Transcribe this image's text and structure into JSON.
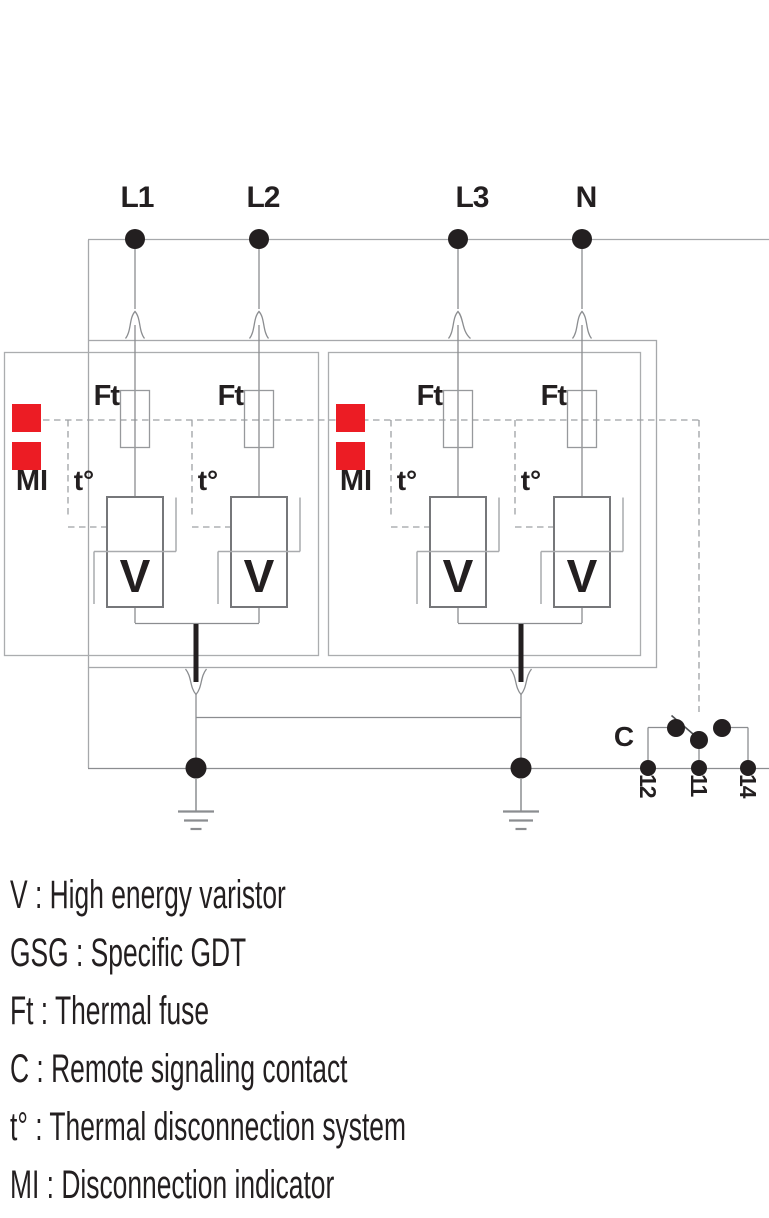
{
  "colors": {
    "indicator_red": "#EC1C24",
    "text_black": "#231F20",
    "line_gray": "#A6A8AB"
  },
  "power_terminals": [
    {
      "label": "L1"
    },
    {
      "label": "L2"
    },
    {
      "label": "L3"
    },
    {
      "label": "N"
    }
  ],
  "modules": [
    {
      "indicator_label": "MI",
      "branches": [
        {
          "fuse_label": "Ft",
          "thermal_label": "t°",
          "varistor_label": "V"
        },
        {
          "fuse_label": "Ft",
          "thermal_label": "t°",
          "varistor_label": "V"
        }
      ]
    },
    {
      "indicator_label": "MI",
      "branches": [
        {
          "fuse_label": "Ft",
          "thermal_label": "t°",
          "varistor_label": "V"
        },
        {
          "fuse_label": "Ft",
          "thermal_label": "t°",
          "varistor_label": "V"
        }
      ]
    }
  ],
  "signaling_contact": {
    "label": "C",
    "terminals": [
      {
        "label": "12"
      },
      {
        "label": "11"
      },
      {
        "label": "14"
      }
    ]
  },
  "legend": {
    "items": [
      {
        "text": "V : High energy varistor"
      },
      {
        "text": "GSG : Specific GDT"
      },
      {
        "text": "Ft : Thermal fuse"
      },
      {
        "text": "C : Remote signaling contact"
      },
      {
        "text": "t° : Thermal disconnection system"
      },
      {
        "text": "MI : Disconnection indicator"
      }
    ]
  }
}
